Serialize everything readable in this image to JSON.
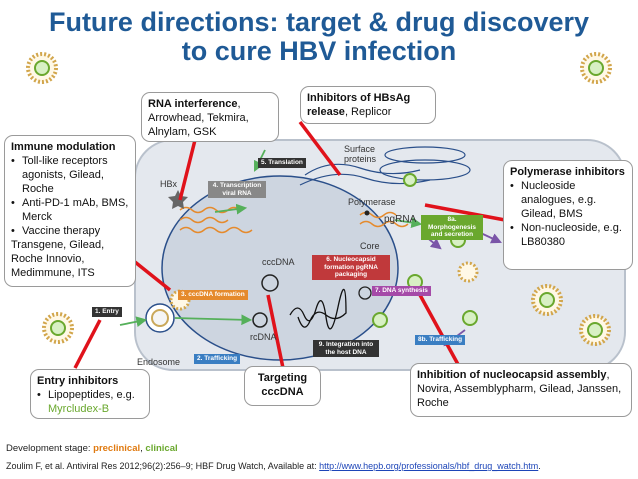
{
  "title": {
    "line1": "Future directions: target & drug discovery",
    "line2": "to cure HBV infection"
  },
  "colors": {
    "title": "#1f5a96",
    "callout_line": "#e0121b",
    "cell": "#e4e8ee",
    "nucleus": "#c8d1dd",
    "preclinical": "#e07a10",
    "clinical": "#6aa82e",
    "link": "#1d45b8"
  },
  "diagram": {
    "labels": {
      "hbx": "HBx",
      "surface_proteins": "Surface proteins",
      "polymerase": "Polymerase",
      "pgrna": "pgRNA",
      "core": "Core",
      "cccdna": "cccDNA",
      "rcdna": "rcDNA",
      "endosome": "Endosome"
    },
    "steps": {
      "s1": "1. Entry",
      "s2": "2. Trafficking",
      "s3": "3. cccDNA formation",
      "s4": "4. Transcription viral RNA",
      "s5": "5. Translation",
      "s6": "6. Nucleocapsid formation pgRNA packaging",
      "s7": "7. DNA synthesis",
      "s8a": "8a. Morphogenesis and secretion",
      "s8b": "8b. Trafficking",
      "s9": "9. Integration into the host DNA"
    }
  },
  "boxes": {
    "rnai": {
      "heading": "RNA interference",
      "sep": ",",
      "line1_rest": "Arrowhead, Tekmira,",
      "line2": "Alnylam, GSK"
    },
    "hbsag": {
      "heading_line1": "Inhibitors of HBsAg",
      "heading_line2": "release",
      "rest": ", Replicor"
    },
    "immune": {
      "heading": "Immune modulation",
      "items": [
        "Toll-like receptors agonists, Gilead, Roche",
        "Anti-PD-1 mAb, BMS, Merck",
        "Vaccine therapy"
      ],
      "after": [
        "Transgene, Gilead,",
        "Roche Innovio,",
        "Medimmune, ITS"
      ]
    },
    "polymerase": {
      "heading": "Polymerase inhibitors",
      "items": [
        "Nucleoside analogues, e.g. Gilead, BMS",
        "Non-nucleoside, e.g. LB80380"
      ]
    },
    "entry": {
      "heading": "Entry inhibitors",
      "item_text": "Lipopeptides, e.g.",
      "item_drug": "Myrcludex-B"
    },
    "cccdna": {
      "line1": "Targeting",
      "line2": "cccDNA"
    },
    "nucleocapsid": {
      "heading": "Inhibition of nucleocapsid assembly",
      "sep": ",",
      "rest": "Novira, Assemblypharm, Gilead, Janssen, Roche"
    }
  },
  "footer": {
    "stage_prefix": "Development stage: ",
    "preclinical": "preclinical",
    "stage_sep": ", ",
    "clinical": "clinical",
    "citation": "Zoulim F, et al. Antiviral Res 2012;96(2):256–9; HBF Drug Watch, Available at: ",
    "url": "http://www.hepb.org/professionals/hbf_drug_watch.htm",
    "end": "."
  }
}
